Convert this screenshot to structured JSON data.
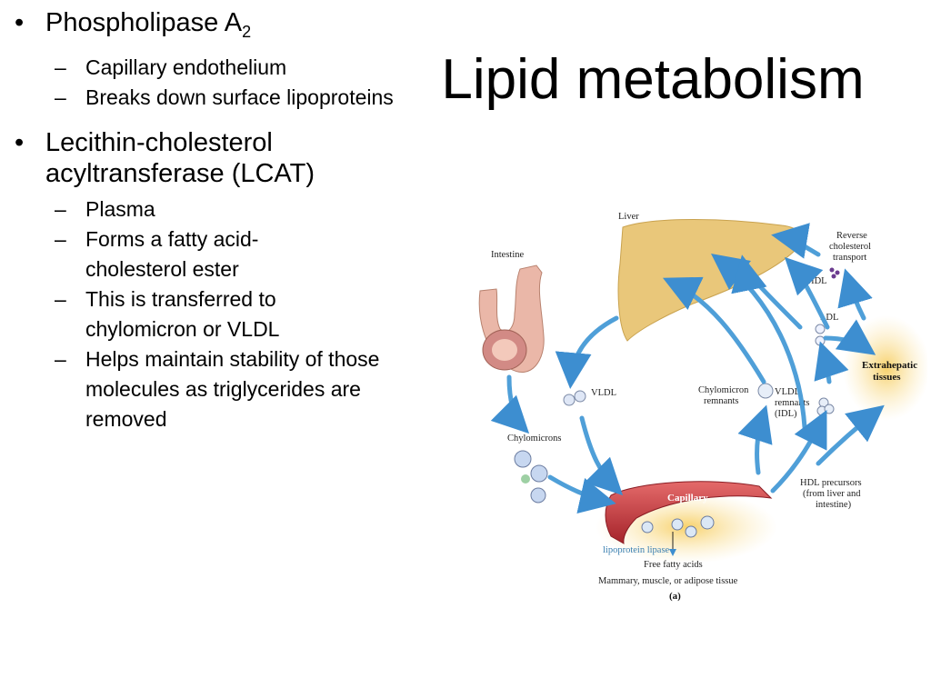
{
  "slide": {
    "title": "Lipid metabolism",
    "bullets": [
      {
        "text": "Phospholipase A",
        "subscript": "2",
        "subitems": [
          "Capillary endothelium",
          "Breaks down surface lipoproteins"
        ]
      },
      {
        "text": "Lecithin-cholesterol acyltransferase (LCAT)",
        "subitems": [
          "Plasma",
          "Forms a fatty acid-cholesterol ester",
          "This is transferred to chylomicron or VLDL",
          "Helps maintain stability of those molecules as triglycerides are removed"
        ]
      }
    ]
  },
  "diagram": {
    "liver": "Liver",
    "intestine": "Intestine",
    "reverse_transport": [
      "Reverse",
      "cholesterol",
      "transport"
    ],
    "hdl": "HDL",
    "ldl": "LDL",
    "extrahepatic": [
      "Extrahepatic",
      "tissues"
    ],
    "vldl": "VLDL",
    "chylomicron_remnants": [
      "Chylomicron",
      "remnants"
    ],
    "vldl_remnants": [
      "VLDL",
      "remnants",
      "(IDL)"
    ],
    "chylomicrons": "Chylomicrons",
    "capillary": "Capillary",
    "hdl_precursors": [
      "HDL precursors",
      "(from liver and",
      "intestine)"
    ],
    "lipoprotein_lipase": "lipoprotein lipase",
    "free_fatty_acids": "Free fatty acids",
    "tissue": "Mammary, muscle, or adipose tissue",
    "panel": "(a)"
  },
  "colors": {
    "arrow": "#4f9fd8",
    "liver": "#e9c77a",
    "capillary": "#c4363c",
    "intestine": "#eab7a8"
  }
}
